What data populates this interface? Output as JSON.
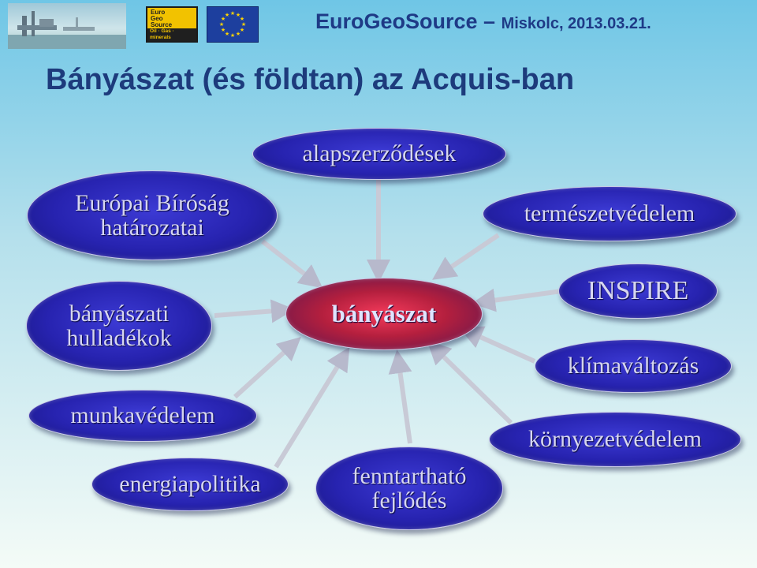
{
  "header": {
    "logo_lines": [
      "Euro",
      "Geo",
      "Source"
    ],
    "logo_tag": "Oil · Gas · minerals",
    "title_main": "EuroGeoSource – ",
    "title_sub": "Miskolc, 2013.03.21."
  },
  "slide": {
    "title": "Bányászat (és földtan) az Acquis-ban"
  },
  "diagram": {
    "center": "bányászat",
    "nodes": {
      "europai_birosag": [
        "Európai Bíróság",
        "határozatai"
      ],
      "alapszerzodesek": "alapszerződések",
      "termeszetvedelem": "természetvédelem",
      "banyaszati_hulladekok": [
        "bányászati",
        "hulladékok"
      ],
      "inspire": "INSPIRE",
      "klimavaltozas": "klímaváltozás",
      "munkavedelem": "munkavédelem",
      "kornyezetvedelem": "környezetvédelem",
      "energiapolitika": "energiapolitika",
      "fenntarthato_fejlodes": [
        "fenntartható",
        "fejlődés"
      ]
    },
    "colors": {
      "node_fill": "#2723b0",
      "center_fill": "#b41f3e",
      "label_text": "#d6d6f0",
      "arrow": "#c8cad6",
      "title": "#1d3b7c"
    }
  }
}
